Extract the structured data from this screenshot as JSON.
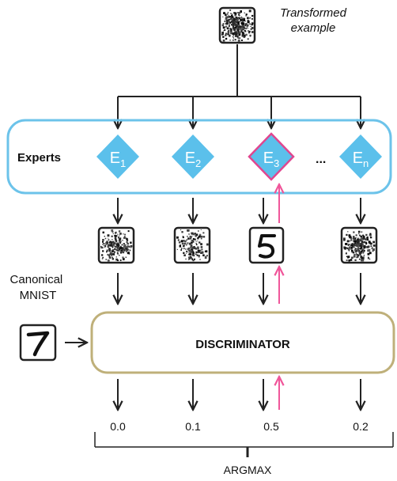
{
  "top_label": [
    "Transformed",
    "example"
  ],
  "experts_label": "Experts",
  "experts": [
    {
      "letter": "E",
      "sub": "1",
      "selected": false
    },
    {
      "letter": "E",
      "sub": "2",
      "selected": false
    },
    {
      "letter": "E",
      "sub": "3",
      "selected": true
    },
    {
      "letter": "E",
      "sub": "n",
      "selected": false
    }
  ],
  "ellipsis": "...",
  "canonical_label": [
    "Canonical",
    "MNIST"
  ],
  "canonical_digit": "7",
  "discriminator_label": "DISCRIMINATOR",
  "scores": [
    "0.0",
    "0.1",
    "0.5",
    "0.2"
  ],
  "argmax_label": "ARGMAX",
  "colors": {
    "expert_fill": "#5bc0eb",
    "experts_border": "#6cc3ea",
    "selected_border": "#e0468f",
    "gradient_arrow": "#f0569a",
    "discriminator_border": "#bfb07a",
    "arrow": "#222222"
  },
  "icons": {
    "noisy_input": "noisy-digit-icon",
    "clean_output": "digit-5-icon",
    "canonical": "digit-7-icon"
  }
}
